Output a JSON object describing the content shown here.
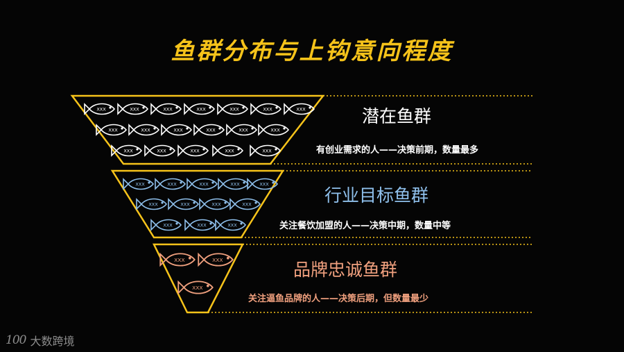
{
  "title": "鱼群分布与上钩意向程度",
  "fish_label": "XXX",
  "tiers": [
    {
      "name": "潜在鱼群",
      "description": "有创业需求的人——决策前期，数量最多",
      "name_color": "#ffffff",
      "desc_color": "#ffffff",
      "fish_color": "#ffffff"
    },
    {
      "name": "行业目标鱼群",
      "description": "关注餐饮加盟的人——决策中期，数量中等",
      "name_color": "#8fc0ec",
      "desc_color": "#ffffff",
      "fish_color": "#8fc0ec"
    },
    {
      "name": "品牌忠诚鱼群",
      "description": "关注逼鱼品牌的人——决策后期，但数量最少",
      "name_color": "#f0a07e",
      "desc_color": "#f0a07e",
      "fish_color": "#f0a07e"
    }
  ],
  "colors": {
    "funnel_outline": "#f6c31a",
    "background": "#050505"
  },
  "logo": {
    "mark": "100",
    "text": "大数跨境"
  }
}
